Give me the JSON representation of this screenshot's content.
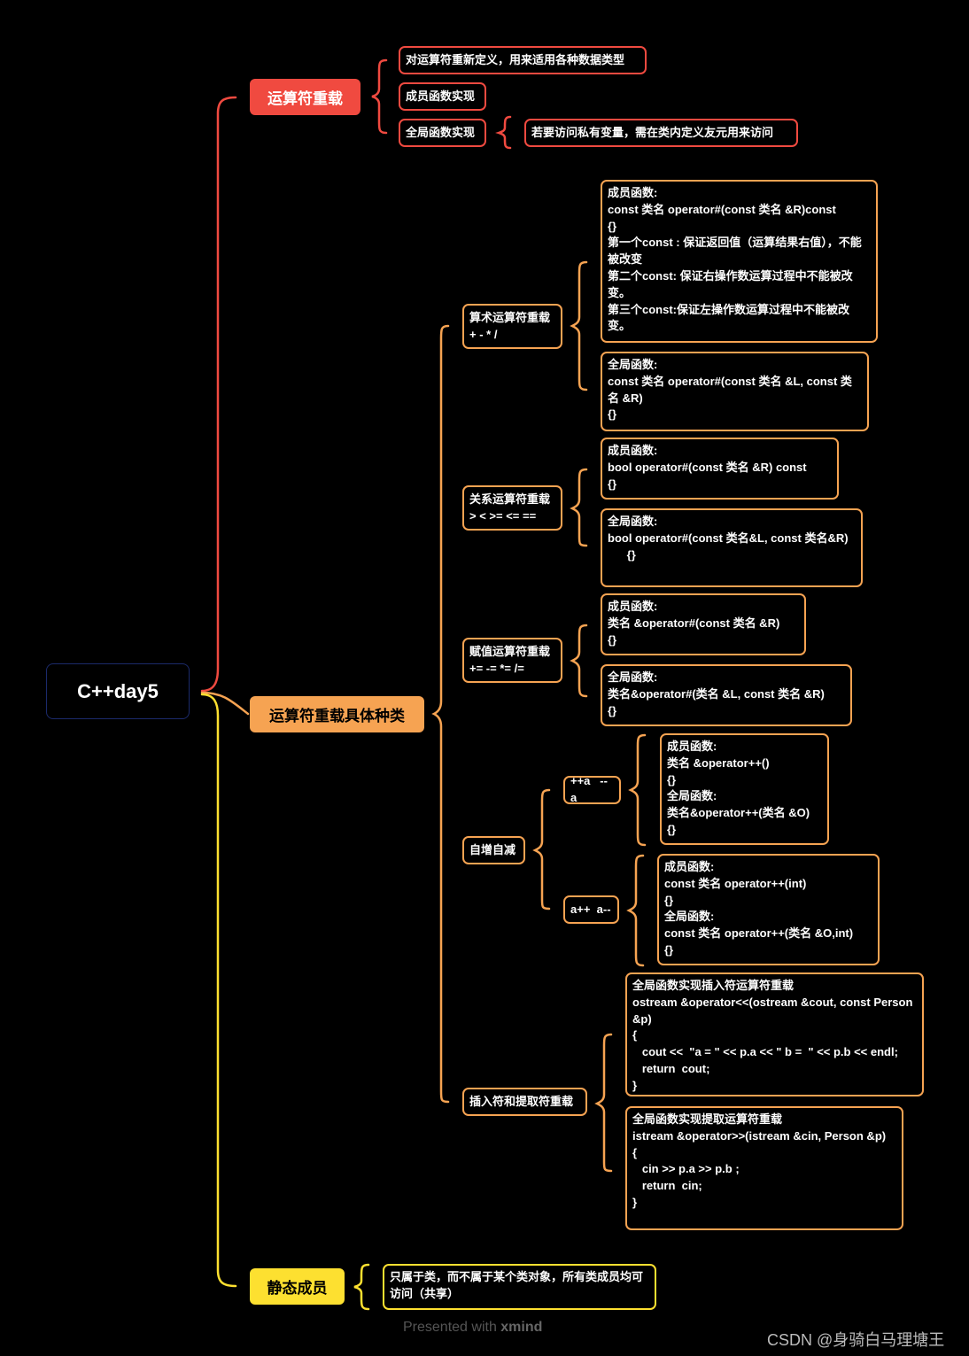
{
  "root": {
    "label": "C++day5"
  },
  "operator_overloading": {
    "label": "运算符重载",
    "definition": "对运算符重新定义，用来适用各种数据类型",
    "member_impl": "成员函数实现",
    "global_impl": "全局函数实现",
    "global_note": "若要访问私有变量，需在类内定义友元用来访问"
  },
  "kinds": {
    "label": "运算符重载具体种类",
    "arithmetic": {
      "label": "算术运算符重载\n+ - * /",
      "member": "成员函数:\nconst 类名 operator#(const 类名 &R)const\n{}\n第一个const : 保证返回值（运算结果右值），不能被改变\n第二个const: 保证右操作数运算过程中不能被改变。\n第三个const:保证左操作数运算过程中不能被改变。",
      "global": "全局函数:\nconst 类名 operator#(const 类名 &L, const 类名 &R)\n{}"
    },
    "relational": {
      "label": "关系运算符重载\n> < >= <= ==",
      "member": "成员函数:\nbool operator#(const 类名 &R) const\n{}",
      "global": "全局函数:\nbool operator#(const 类名&L, const 类名&R)\n      {}"
    },
    "assignment": {
      "label": "赋值运算符重载\n+= -= *= /=",
      "member": "成员函数:\n类名 &operator#(const 类名 &R)\n{}",
      "global": "全局函数:\n类名&operator#(类名 &L, const 类名 &R)\n{}"
    },
    "incdec": {
      "label": "自增自减",
      "prefix": {
        "label": "++a   --a",
        "detail": "成员函数:\n类名 &operator++()\n{}\n全局函数:\n类名&operator++(类名 &O)\n{}"
      },
      "postfix": {
        "label": "a++  a--",
        "detail": "成员函数:\nconst 类名 operator++(int)\n{}\n全局函数:\nconst 类名 operator++(类名 &O,int)\n{}"
      }
    },
    "stream": {
      "label": "插入符和提取符重载",
      "insert": "全局函数实现插入符运算符重载\nostream &operator<<(ostream &cout, const Person &p)\n{\n   cout <<  \"a = \" << p.a << \" b =  \" << p.b << endl;\n   return  cout;\n}",
      "extract": "全局函数实现提取运算符重载\nistream &operator>>(istream &cin, Person &p)\n{\n   cin >> p.a >> p.b ;\n   return  cin;\n}"
    }
  },
  "static_member": {
    "label": "静态成员",
    "note": "只属于类，而不属于某个类对象，所有类成员均可访问（共享）"
  },
  "footer": {
    "presented_prefix": "Presented with ",
    "presented_brand": "xmind",
    "csdn": "CSDN @身骑白马理塘王"
  },
  "colors": {
    "red": "#f04a40",
    "orange": "#f6a352",
    "yellow": "#fde030",
    "background": "#000000"
  }
}
